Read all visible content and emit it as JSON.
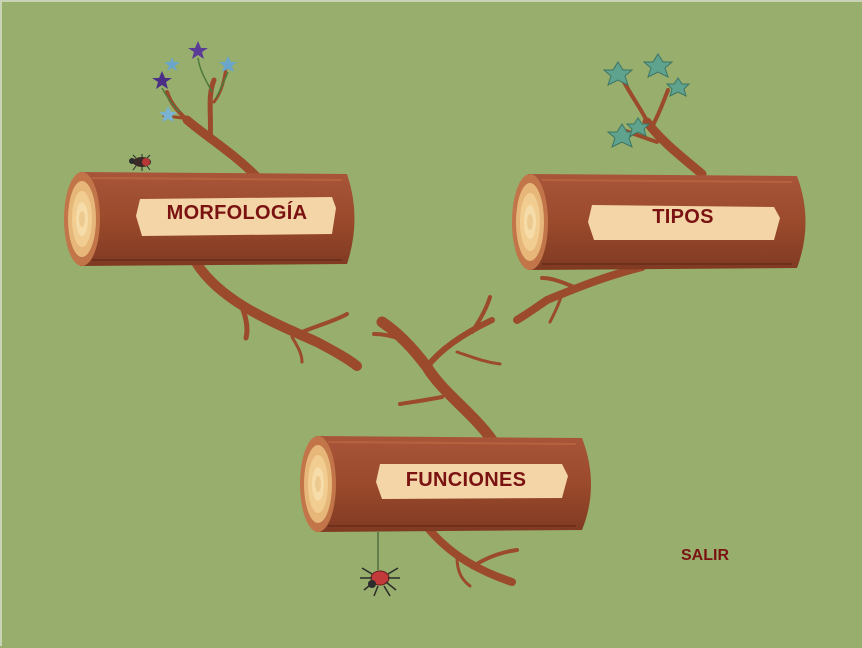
{
  "logs": {
    "morfologia": "MORFOLOGÍA",
    "tipos": "TIPOS",
    "funciones": "FUNCIONES"
  },
  "exit_label": "SALIR",
  "colors": {
    "background": "#97ae6c",
    "bark": "#9b4a2c",
    "label_text": "#7a1212"
  }
}
